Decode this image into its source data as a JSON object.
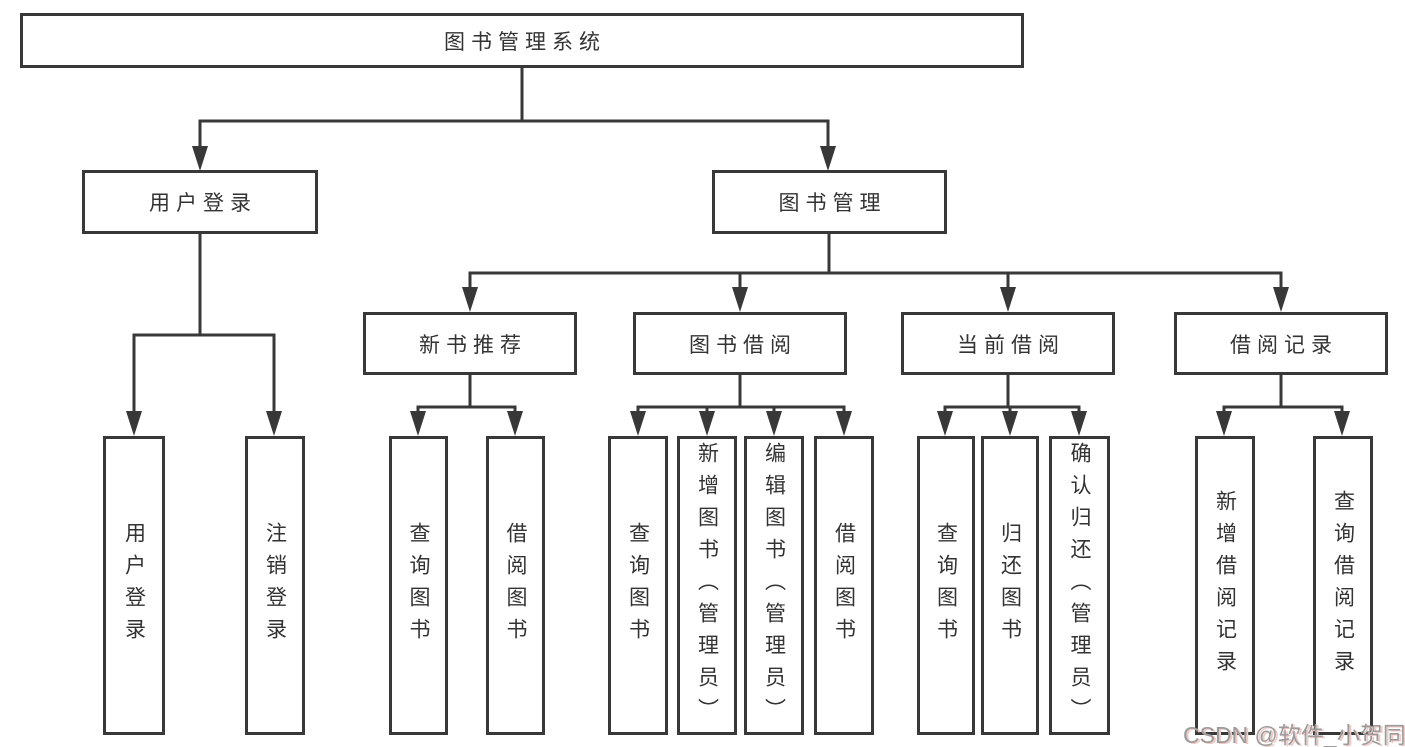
{
  "tree": {
    "root": "图书管理系统",
    "user_login": {
      "label": "用户登录",
      "children": [
        "用户登录",
        "注销登录"
      ]
    },
    "book_management": {
      "label": "图书管理",
      "groups": [
        {
          "label": "新书推荐",
          "children": [
            "查询图书",
            "借阅图书"
          ]
        },
        {
          "label": "图书借阅",
          "children": [
            "查询图书",
            "新增图书（管理员）",
            "编辑图书（管理员）",
            "借阅图书"
          ]
        },
        {
          "label": "当前借阅",
          "children": [
            "查询图书",
            "归还图书",
            "确认归还（管理员）"
          ]
        },
        {
          "label": "借阅记录",
          "children": [
            "新增借阅记录",
            "查询借阅记录"
          ]
        }
      ]
    }
  },
  "watermark": "CSDN @软件_小贺同学",
  "colors": {
    "line": "#383838",
    "text": "#333333",
    "watermark": "#9b9b9b"
  }
}
